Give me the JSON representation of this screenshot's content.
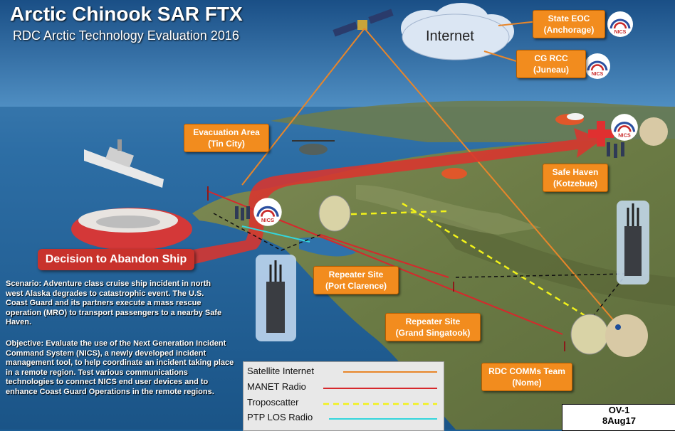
{
  "title": "Arctic Chinook SAR FTX",
  "subtitle": "RDC Arctic Technology Evaluation 2016",
  "cloud": {
    "label": "Internet"
  },
  "boxes": {
    "state_eoc": [
      "State EOC",
      "(Anchorage)"
    ],
    "cg_rcc": [
      "CG RCC",
      "(Juneau)"
    ],
    "evacuation": [
      "Evacuation Area",
      "(Tin City)"
    ],
    "safe_haven": [
      "Safe Haven",
      "(Kotzebue)"
    ],
    "repeater_pc": [
      "Repeater Site",
      "(Port Clarence)"
    ],
    "repeater_gs": [
      "Repeater Site",
      "(Grand Singatook)"
    ],
    "rdc_comms": [
      "RDC COMMs Team",
      "(Nome)"
    ]
  },
  "decision": "Decision to Abandon Ship",
  "nics_label": "NICS",
  "scenario": "Scenario: Adventure class cruise ship incident in north west Alaska degrades to catastrophic event. The U.S. Coast Guard and its partners execute a mass rescue operation (MRO) to transport passengers to a nearby Safe Haven.",
  "objective": "Objective: Evaluate the use of the Next Generation Incident Command System (NICS), a newly developed incident management tool, to help coordinate an incident taking place in a remote region. Test various communications technologies to connect NICS end user devices and to enhance Coast Guard Operations in the remote regions.",
  "legend": [
    {
      "label": "Satellite  Internet",
      "color": "#e8862a",
      "style": "solid"
    },
    {
      "label": "MANET Radio",
      "color": "#d6282c",
      "style": "solid"
    },
    {
      "label": "Troposcatter",
      "color": "#f2f21a",
      "style": "dashed"
    },
    {
      "label": "PTP LOS Radio",
      "color": "#33d6dc",
      "style": "solid"
    }
  ],
  "ov": [
    "OV-1",
    "8Aug17"
  ],
  "colors": {
    "box": "#f28c1e",
    "decision": "#c8322c",
    "arrow": "#d9342e",
    "sea": "#1d5f96"
  }
}
